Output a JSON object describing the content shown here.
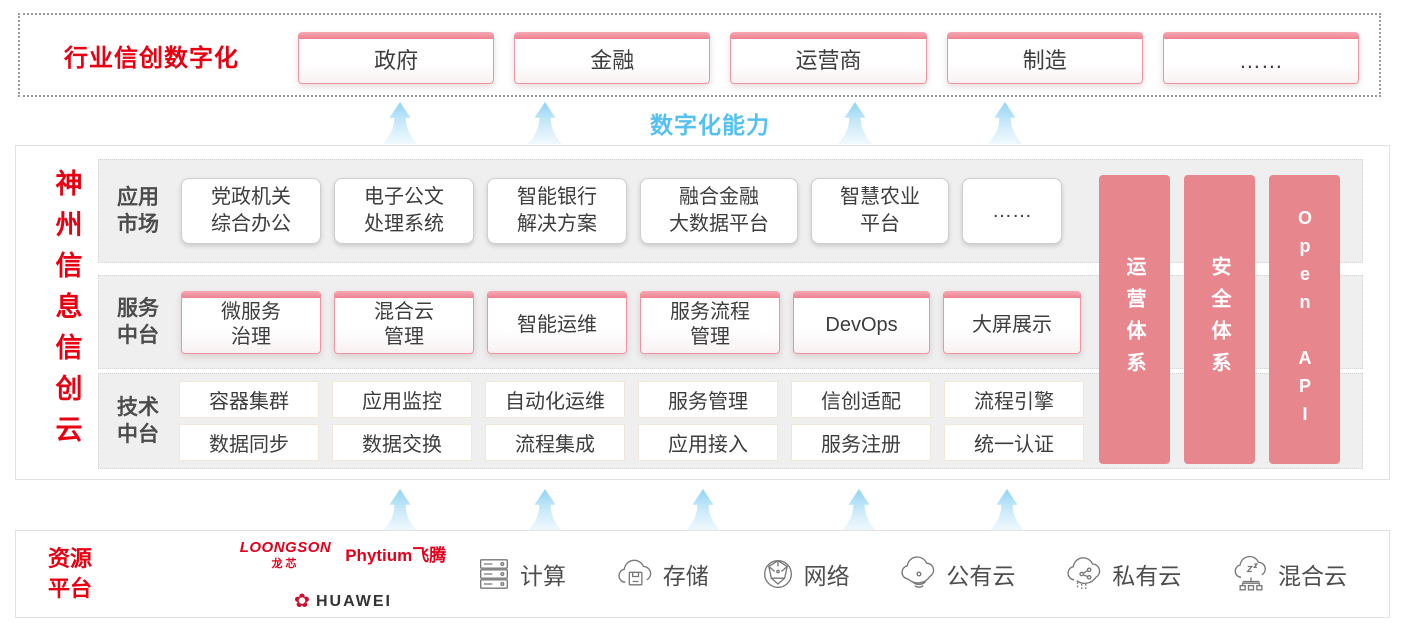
{
  "colors": {
    "accent_red": "#e60012",
    "pink_bar": "#ee8190",
    "salmon_column": "#e8868e",
    "capability_blue": "#56c1f1",
    "strip_gray": "#efefef"
  },
  "top_banner": {
    "title": "行业信创数字化",
    "items": [
      "政府",
      "金融",
      "运营商",
      "制造",
      "……"
    ]
  },
  "capability_label": "数字化能力",
  "platform": {
    "title_vertical": "神州信息信创云",
    "rows": [
      {
        "label": "应用\n市场",
        "items": [
          "党政机关\n综合办公",
          "电子公文\n处理系统",
          "智能银行\n解决方案",
          "融合金融\n大数据平台",
          "智慧农业\n平台",
          "……"
        ]
      },
      {
        "label": "服务\n中台",
        "items": [
          "微服务\n治理",
          "混合云\n管理",
          "智能运维",
          "服务流程\n管理",
          "DevOps",
          "大屏展示"
        ]
      },
      {
        "label": "技术\n中台",
        "items_row_a": [
          "容器集群",
          "应用监控",
          "自动化运维",
          "服务管理",
          "信创适配",
          "流程引擎"
        ],
        "items_row_b": [
          "数据同步",
          "数据交换",
          "流程集成",
          "应用接入",
          "服务注册",
          "统一认证"
        ]
      }
    ],
    "side_bars": [
      "运营体系",
      "安全体系",
      "Open API"
    ]
  },
  "resources": {
    "title": "资源\n平台",
    "vendors": {
      "loongson": "LOONGSON",
      "loongson_sub": "龙芯",
      "phytium": "Phytium飞腾",
      "huawei": "HUAWEI",
      "huawei_flower": "✿"
    },
    "items": [
      {
        "icon": "compute-icon",
        "label": "计算"
      },
      {
        "icon": "storage-icon",
        "label": "存储"
      },
      {
        "icon": "network-icon",
        "label": "网络"
      },
      {
        "icon": "public-cloud-icon",
        "label": "公有云"
      },
      {
        "icon": "private-cloud-icon",
        "label": "私有云"
      },
      {
        "icon": "hybrid-cloud-icon",
        "label": "混合云"
      }
    ]
  }
}
